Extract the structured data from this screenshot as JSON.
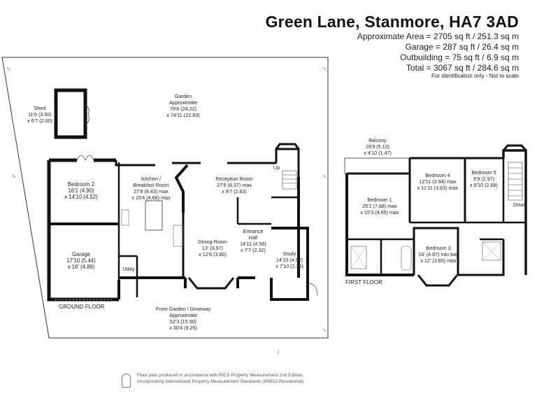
{
  "header": {
    "title": "Green Lane, Stanmore, HA7 3AD",
    "areas": [
      "Approximate Area = 2705 sq ft / 251.3 sq m",
      "Garage = 287 sq ft / 26.4 sq m",
      "Outbuilding = 75 sq ft / 6.9 sq m",
      "Total = 3067 sq ft / 284.6 sq m"
    ],
    "note": "For identification only - Not to scale"
  },
  "floors": {
    "ground": "GROUND FLOOR",
    "first": "FIRST FLOOR"
  },
  "rooms": {
    "shed": [
      "Shed",
      "11'6 (3.50)",
      "x 6'7 (2.00)"
    ],
    "garden": [
      "Garden",
      "Approximate",
      "79'6 (24.22)",
      "x 74'11 (22.83)"
    ],
    "bedroom2": [
      "Bedroom 2",
      "16'1 (4.90)",
      "x 14'10 (4.52)"
    ],
    "kitchen": [
      "Kitchen /",
      "Breakfast Room",
      "27'8 (8.43) max",
      "x 15'4 (4.68) max"
    ],
    "reception": [
      "Reception Room",
      "27'6 (8.37) max",
      "x 9'7 (2.93)"
    ],
    "garage": [
      "Garage",
      "17'10 (5.44)",
      "x 16' (4.89)"
    ],
    "utility": [
      "Utility"
    ],
    "dining": [
      "Dining Room",
      "13' (3.97)",
      "x 12'6 (3.80)"
    ],
    "hall": [
      "Entrance",
      "Hall",
      "14'11 (4.56)",
      "x 7'7 (2.32)"
    ],
    "study": [
      "Study",
      "14'10 (4.52)",
      "x 7'10 (2.38)"
    ],
    "frontgarden": [
      "Front Garden / Driveway",
      "Approximate",
      "52'3 (15.90)",
      "x 30'4 (9.25)"
    ],
    "balcony": [
      "Balcony",
      "16'9 (5.10)",
      "x 4'10 (1.47)"
    ],
    "bedroom1": [
      "Bedroom 1",
      "25'2 (7.68) max",
      "x 15'3 (4.65) max"
    ],
    "bedroom4": [
      "Bedroom 4",
      "12'11 (3.94) max",
      "x 11'11 (3.63) max"
    ],
    "bedroom5": [
      "Bedroom 5",
      "9'9 (2.97)",
      "x 8'10 (2.68)"
    ],
    "bedroom3": [
      "Bedroom 3",
      "16' (4.87) into bay",
      "x 12' (3.65) max"
    ]
  },
  "stairs": {
    "up": "Up",
    "down": "Down"
  },
  "footer": [
    "Floor plan produced in accordance with RICS Property Measurement 2nd Edition,",
    "Incorporating International Property Measurement Standards (IPMS2 Residential)."
  ]
}
